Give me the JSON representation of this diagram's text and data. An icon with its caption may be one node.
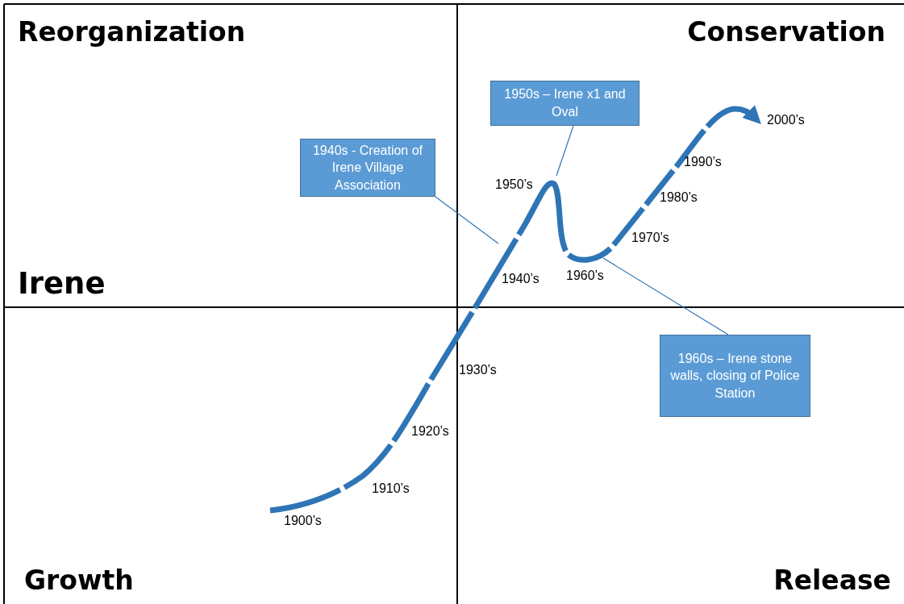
{
  "diagram": {
    "nodes": [
      {
        "text": [
          "1950s – Irene x1 and Oval"
        ]
      },
      {
        "text": [
          "1940s - Creation of Irene Village Association"
        ]
      },
      {
        "text": [
          "1960s – Irene stone walls, closing of Police Station"
        ]
      }
    ],
    "edges": [
      {
        "from": 0,
        "to": null,
        "arrow": "none"
      },
      {
        "from": 1,
        "to": null,
        "arrow": "none"
      },
      {
        "from": 2,
        "to": null,
        "arrow": "none"
      }
    ],
    "labels": [
      "Reorganization",
      "Conservation",
      "2000’s",
      "1990’s",
      "1950’s",
      "1980’s",
      "1970’s",
      "1940’s",
      "1960’s",
      "Irene",
      "1930’s",
      "1920’s",
      "1910’s",
      "1900’s",
      "Growth",
      "Release"
    ]
  }
}
